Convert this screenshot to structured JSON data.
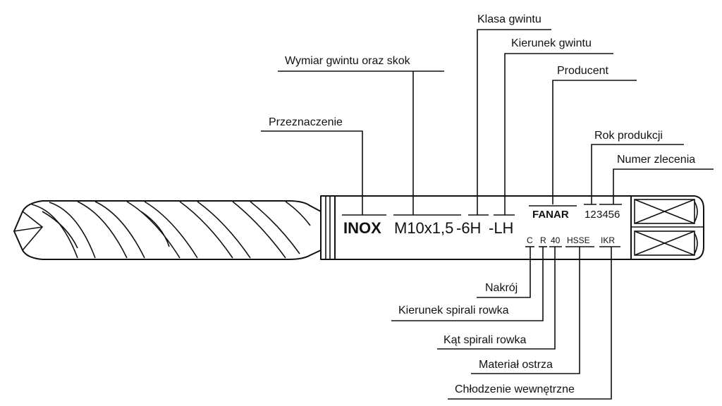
{
  "tool_markings": {
    "purpose": "INOX",
    "thread_size": "M10x1,5",
    "thread_class": "-6H",
    "thread_direction": "-LH",
    "manufacturer": "FANAR",
    "production_year": "12",
    "order_number": "3456",
    "chamfer": "C",
    "flute_direction": "R",
    "flute_angle": "40",
    "cutting_material": "HSSE",
    "cooling": "IKR"
  },
  "callouts_top": {
    "thread_class": "Klasa gwintu",
    "thread_direction": "Kierunek gwintu",
    "thread_size_pitch": "Wymiar gwintu oraz skok",
    "manufacturer": "Producent",
    "purpose": "Przeznaczenie",
    "production_year": "Rok produkcji",
    "order_number": "Numer zlecenia"
  },
  "callouts_bottom": {
    "chamfer": "Nakrój",
    "flute_direction": "Kierunek spirali rowka",
    "flute_angle": "Kąt spirali rowka",
    "cutting_material": "Materiał ostrza",
    "cooling": "Chłodzenie wewnętrzne"
  }
}
